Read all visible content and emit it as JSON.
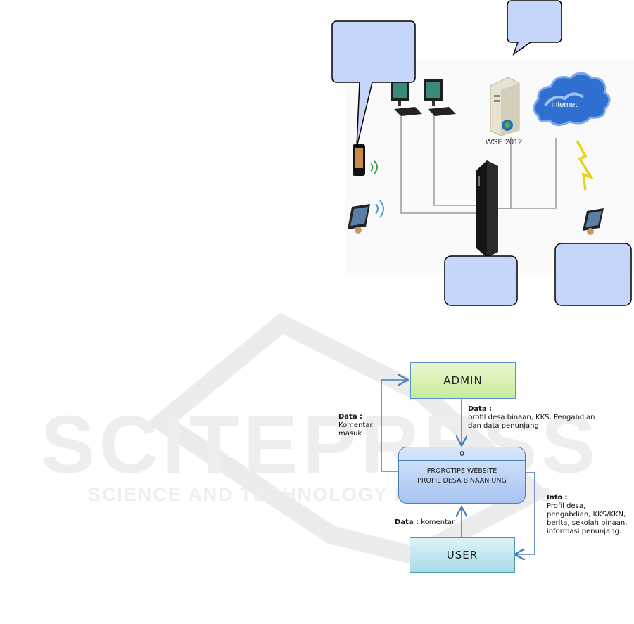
{
  "watermark": {
    "main": "SCITEPRESS",
    "sub": "SCIENCE AND TECHNOLOGY PUBLICATIONS"
  },
  "network": {
    "server_label": "WSE 2012",
    "cloud_label": "internet"
  },
  "dfd": {
    "admin": "ADMIN",
    "user": "USER",
    "process_id": "0",
    "process_line1": "PROROTIPE WEBSITE",
    "process_line2": "PROFIL DESA BINAAN UNG",
    "flow_admin_to_process_title": "Data :",
    "flow_admin_to_process_lines": [
      "profil desa binaan, KKS, Pengabdian",
      "dan data penunjang"
    ],
    "flow_process_to_admin_title": "Data :",
    "flow_process_to_admin_lines": [
      "Komentar",
      "masuk"
    ],
    "flow_user_to_process_title": "Data :",
    "flow_user_to_process_text": "komentar",
    "flow_process_to_user_title": "Info :",
    "flow_process_to_user_lines": [
      "Profil desa,",
      "pengabdian, KKS/KKN,",
      "berita, sekolah binaan,",
      "informasi penunjang."
    ]
  }
}
